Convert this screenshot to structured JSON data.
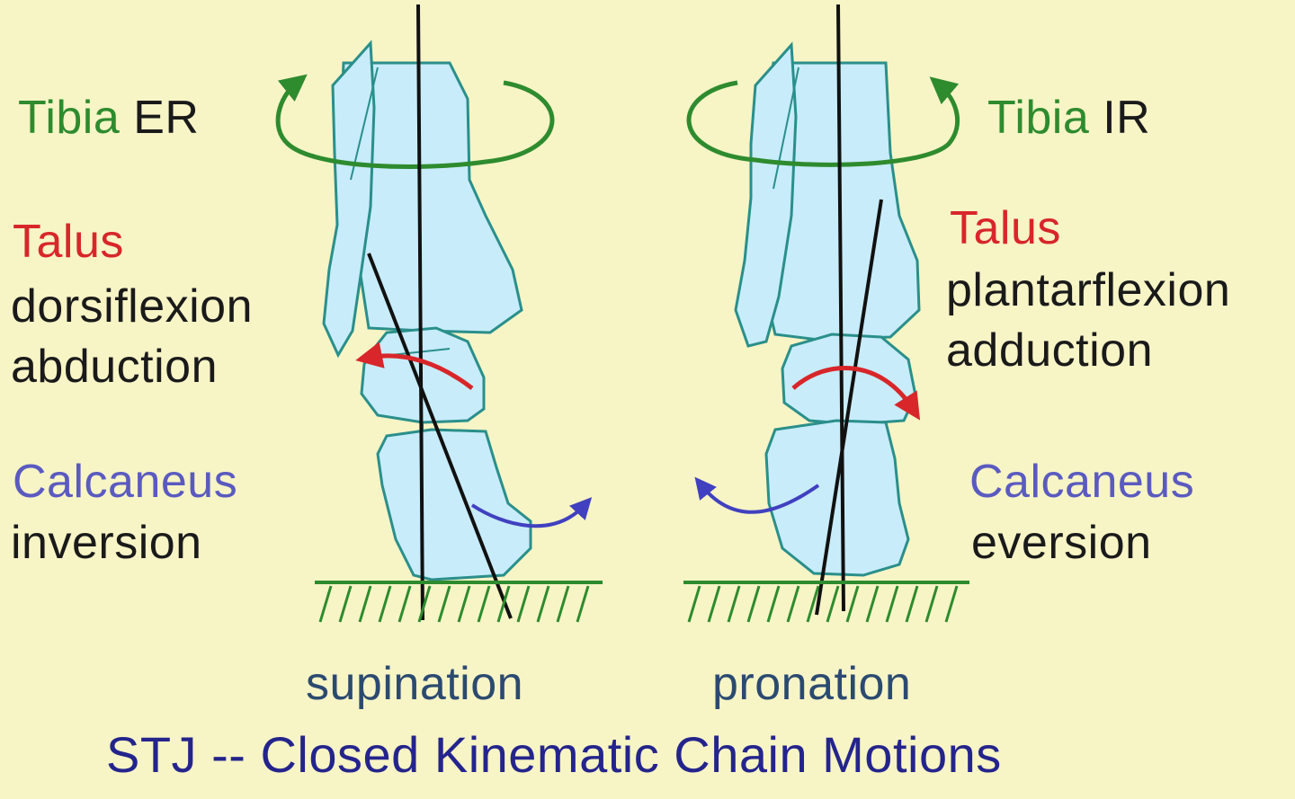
{
  "left": {
    "tibia_word": "Tibia",
    "tibia_motion": "ER",
    "talus_word": "Talus",
    "talus_motion_1": "dorsiflexion",
    "talus_motion_2": "abduction",
    "calcaneus_word": "Calcaneus",
    "calcaneus_motion": "inversion",
    "caption": "supination"
  },
  "right": {
    "tibia_word": "Tibia",
    "tibia_motion": "IR",
    "talus_word": "Talus",
    "talus_motion_1": "plantarflexion",
    "talus_motion_2": "adduction",
    "calcaneus_word": "Calcaneus",
    "calcaneus_motion": "eversion",
    "caption": "pronation"
  },
  "title": "STJ -- Closed Kinematic Chain Motions",
  "colors": {
    "background": "#f7f4c6",
    "bone_fill": "#c8ecfa",
    "bone_outline": "#2a8f8a",
    "tibia_arrow": "#2e8b2e",
    "talus_arrow": "#d8262a",
    "calcaneus_arrow": "#4040c0",
    "axis_line": "#111111",
    "ground": "#2e8b2e"
  }
}
